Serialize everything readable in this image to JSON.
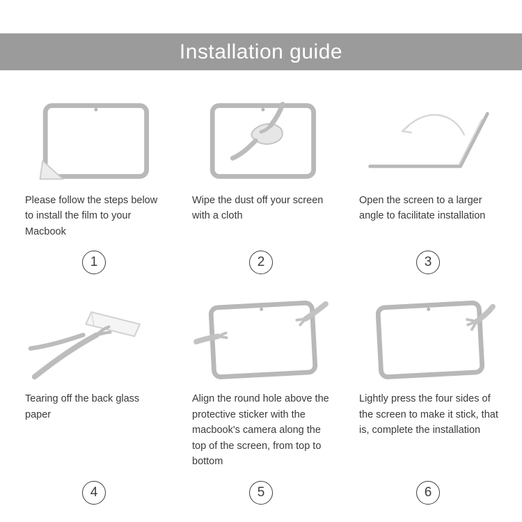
{
  "header": {
    "title": "Installation guide",
    "bg_color": "#9b9b9b",
    "text_color": "#ffffff"
  },
  "illustration_stroke_color": "#b8b8b8",
  "steps": [
    {
      "number": "1",
      "caption": "Please follow the steps below to install the film to your Macbook",
      "illustration": "tablet-with-peeling-film-icon"
    },
    {
      "number": "2",
      "caption": "Wipe the dust off your screen with a cloth",
      "illustration": "hands-wiping-screen-with-cloth-icon"
    },
    {
      "number": "3",
      "caption": "Open the screen to a larger angle to facilitate installation",
      "illustration": "laptop-opened-wide-angle-icon"
    },
    {
      "number": "4",
      "caption": "Tearing off the back glass paper",
      "illustration": "hands-tearing-back-paper-icon"
    },
    {
      "number": "5",
      "caption": "Align the round hole above the protective sticker with the macbook's camera along the top of the screen, from top to bottom",
      "illustration": "hands-aligning-film-on-screen-icon"
    },
    {
      "number": "6",
      "caption": "Lightly press the four sides of the screen to make it stick, that is, complete the installation",
      "illustration": "hand-pressing-screen-sides-icon"
    }
  ]
}
